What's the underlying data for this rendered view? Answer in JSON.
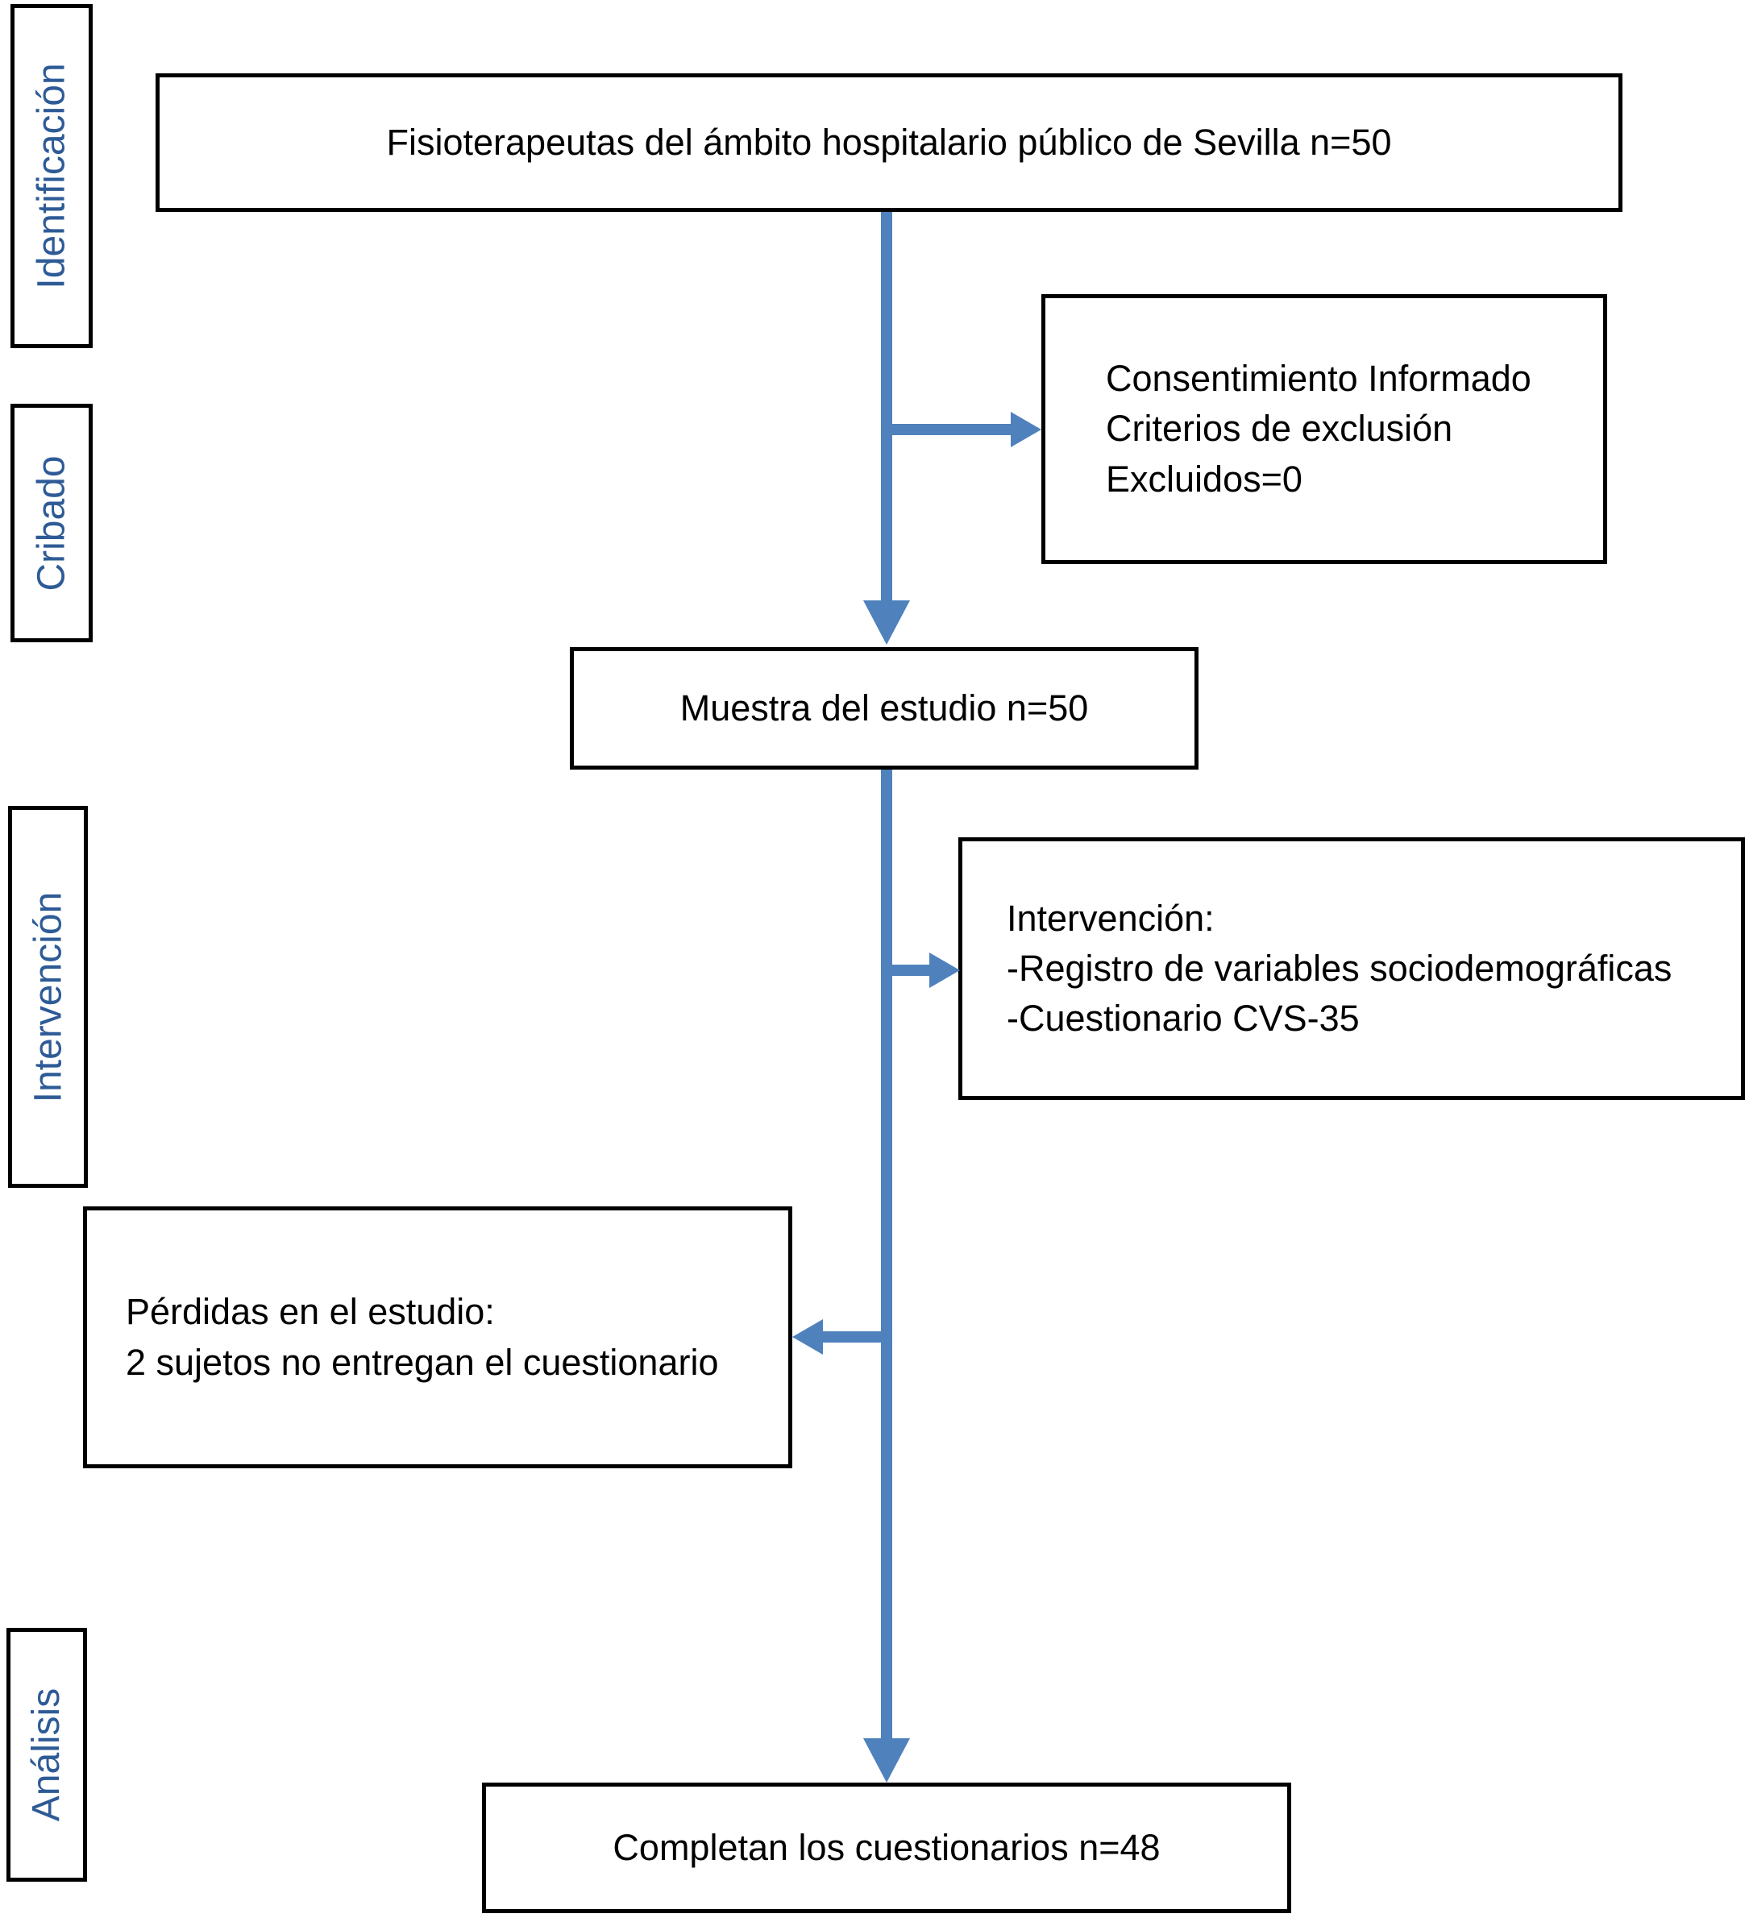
{
  "diagram": {
    "stage_labels": [
      {
        "label": "Identificación"
      },
      {
        "label": "Cribado"
      },
      {
        "label": "Intervención"
      },
      {
        "label": "Análisis"
      }
    ],
    "boxes": {
      "population": {
        "text": "Fisioterapeutas del ámbito hospitalario público de Sevilla n=50"
      },
      "screening": {
        "lines": [
          "Consentimiento Informado",
          "Criterios de exclusión",
          "Excluidos=0"
        ]
      },
      "sample": {
        "text": "Muestra del estudio n=50"
      },
      "intervention": {
        "lines": [
          "Intervención:",
          "-Registro de variables sociodemográficas",
          "-Cuestionario CVS-35"
        ]
      },
      "losses": {
        "lines": [
          "Pérdidas en el estudio:",
          "2 sujetos no entregan el cuestionario"
        ]
      },
      "completed": {
        "text": "Completan los cuestionarios n=48"
      }
    },
    "colors": {
      "arrow": "#4f81bd",
      "stage_label_text": "#2e5b96",
      "box_border": "#000000",
      "box_text": "#000000",
      "background": "#ffffff"
    }
  }
}
